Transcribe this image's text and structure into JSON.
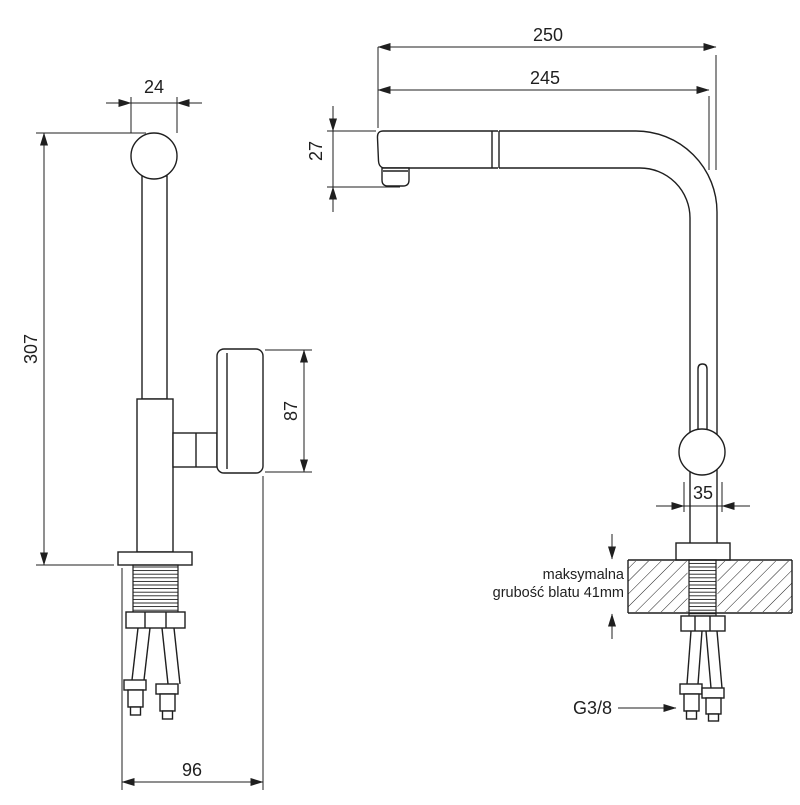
{
  "page": {
    "background": "#ffffff",
    "line_color": "#1f1f1f"
  },
  "drawing": {
    "kind": "faucet-installation-dimension-drawing",
    "side_view": {
      "spout_head_diameter": "24",
      "total_height": "307",
      "handle_height": "87",
      "base_depth": "96"
    },
    "front_view": {
      "overall_reach": "250",
      "spout_reach": "245",
      "spout_tip_height": "27",
      "body_width": "35",
      "countertop_note_line1": "maksymalna",
      "countertop_note_line2": "grubość blatu 41mm",
      "hose_thread": "G3/8"
    }
  }
}
